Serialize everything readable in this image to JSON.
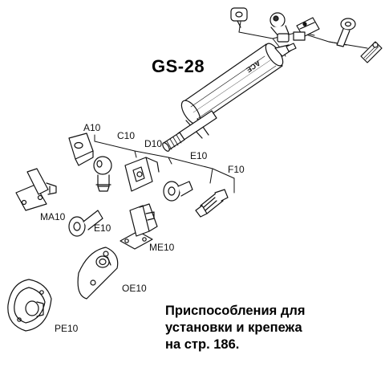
{
  "title": "GS-28",
  "cylinder_marking": "ACE",
  "labels": {
    "A10": "A10",
    "C10": "C10",
    "D10": "D10",
    "E10_top": "E10",
    "F10": "F10",
    "MA10": "MA10",
    "E10_bottom": "E10",
    "ME10": "ME10",
    "OE10": "OE10",
    "PE10": "PE10"
  },
  "note": {
    "line1": "Приспособления для",
    "line2": "установки и крепежа",
    "line3": "на стр. 186."
  }
}
